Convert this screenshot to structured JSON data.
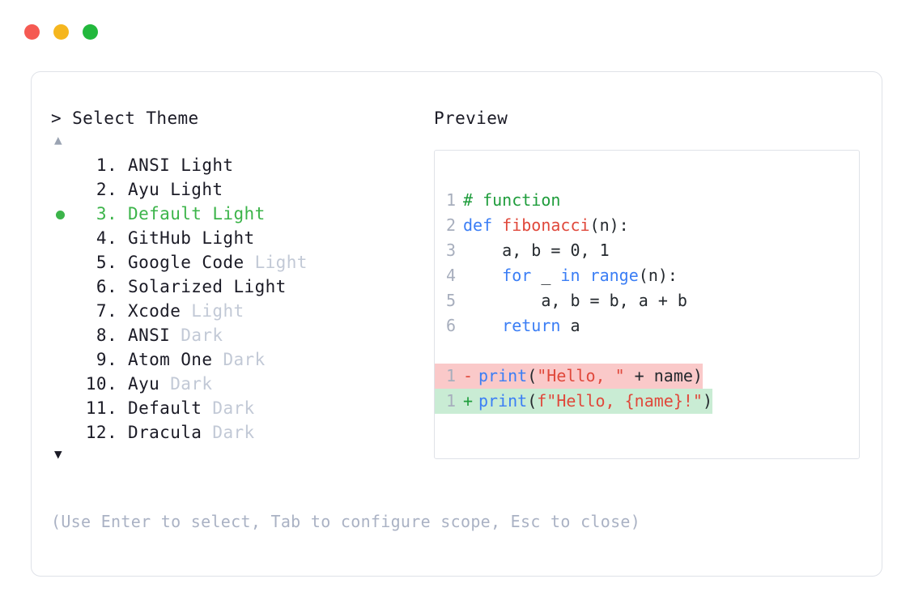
{
  "window": {
    "dots": [
      {
        "name": "close-dot",
        "color": "#f55a52"
      },
      {
        "name": "minimize-dot",
        "color": "#f5b61e"
      },
      {
        "name": "maximize-dot",
        "color": "#22b83c"
      }
    ]
  },
  "chooser": {
    "prompt": "> Select Theme",
    "scroll_up": "▲",
    "scroll_down": "▼",
    "selected_index": 3,
    "selected_color": "#3cb44a",
    "items": [
      {
        "index": " 1.",
        "name": "ANSI Light",
        "tag": "",
        "selected": false
      },
      {
        "index": " 2.",
        "name": "Ayu Light",
        "tag": "",
        "selected": false
      },
      {
        "index": " 3.",
        "name": "Default Light",
        "tag": "",
        "selected": true
      },
      {
        "index": " 4.",
        "name": "GitHub Light",
        "tag": "",
        "selected": false
      },
      {
        "index": " 5.",
        "name": "Google Code",
        "tag": " Light",
        "selected": false
      },
      {
        "index": " 6.",
        "name": "Solarized Light",
        "tag": "",
        "selected": false
      },
      {
        "index": " 7.",
        "name": "Xcode",
        "tag": " Light",
        "selected": false
      },
      {
        "index": " 8.",
        "name": "ANSI",
        "tag": " Dark",
        "selected": false
      },
      {
        "index": " 9.",
        "name": "Atom One",
        "tag": " Dark",
        "selected": false
      },
      {
        "index": "10.",
        "name": "Ayu",
        "tag": " Dark",
        "selected": false
      },
      {
        "index": "11.",
        "name": "Default",
        "tag": " Dark",
        "selected": false
      },
      {
        "index": "12.",
        "name": "Dracula",
        "tag": " Dark",
        "selected": false
      }
    ]
  },
  "hint": "(Use Enter to select, Tab to configure scope, Esc to close)",
  "preview": {
    "label": "Preview",
    "code_lines": [
      {
        "ln": "1",
        "tokens": [
          {
            "t": "# function",
            "c": "comment"
          }
        ]
      },
      {
        "ln": "2",
        "tokens": [
          {
            "t": "def ",
            "c": "keyword"
          },
          {
            "t": "fibonacci",
            "c": "func"
          },
          {
            "t": "(n):",
            "c": "punct"
          }
        ]
      },
      {
        "ln": "3",
        "tokens": [
          {
            "t": "    a, b = 0, 1",
            "c": "plain"
          }
        ]
      },
      {
        "ln": "4",
        "tokens": [
          {
            "t": "    ",
            "c": "plain"
          },
          {
            "t": "for",
            "c": "keyword"
          },
          {
            "t": " _ ",
            "c": "plain"
          },
          {
            "t": "in",
            "c": "keyword"
          },
          {
            "t": " ",
            "c": "plain"
          },
          {
            "t": "range",
            "c": "keyword"
          },
          {
            "t": "(n):",
            "c": "punct"
          }
        ]
      },
      {
        "ln": "5",
        "tokens": [
          {
            "t": "        a, b = b, a + b",
            "c": "plain"
          }
        ]
      },
      {
        "ln": "6",
        "tokens": [
          {
            "t": "    ",
            "c": "plain"
          },
          {
            "t": "return",
            "c": "keyword"
          },
          {
            "t": " a",
            "c": "plain"
          }
        ]
      }
    ],
    "diff_lines": [
      {
        "ln": "1",
        "sign": "-",
        "kind": "minus",
        "tokens": [
          {
            "t": "print",
            "c": "keyword"
          },
          {
            "t": "(",
            "c": "punct"
          },
          {
            "t": "\"Hello, \"",
            "c": "string"
          },
          {
            "t": " + name)",
            "c": "plain"
          }
        ]
      },
      {
        "ln": "1",
        "sign": "+",
        "kind": "plus",
        "tokens": [
          {
            "t": "print",
            "c": "keyword"
          },
          {
            "t": "(",
            "c": "punct"
          },
          {
            "t": "f\"Hello, {name}!\"",
            "c": "string"
          },
          {
            "t": ")",
            "c": "plain"
          }
        ]
      }
    ],
    "colors": {
      "comment": "#1f9d3c",
      "keyword": "#3b7ef5",
      "function": "#e0483b",
      "string": "#e0483b",
      "plain": "#24292e",
      "line_number": "#a7aebd",
      "diff_removed_bg": "#fac9c9",
      "diff_added_bg": "#c9ecd4"
    }
  }
}
